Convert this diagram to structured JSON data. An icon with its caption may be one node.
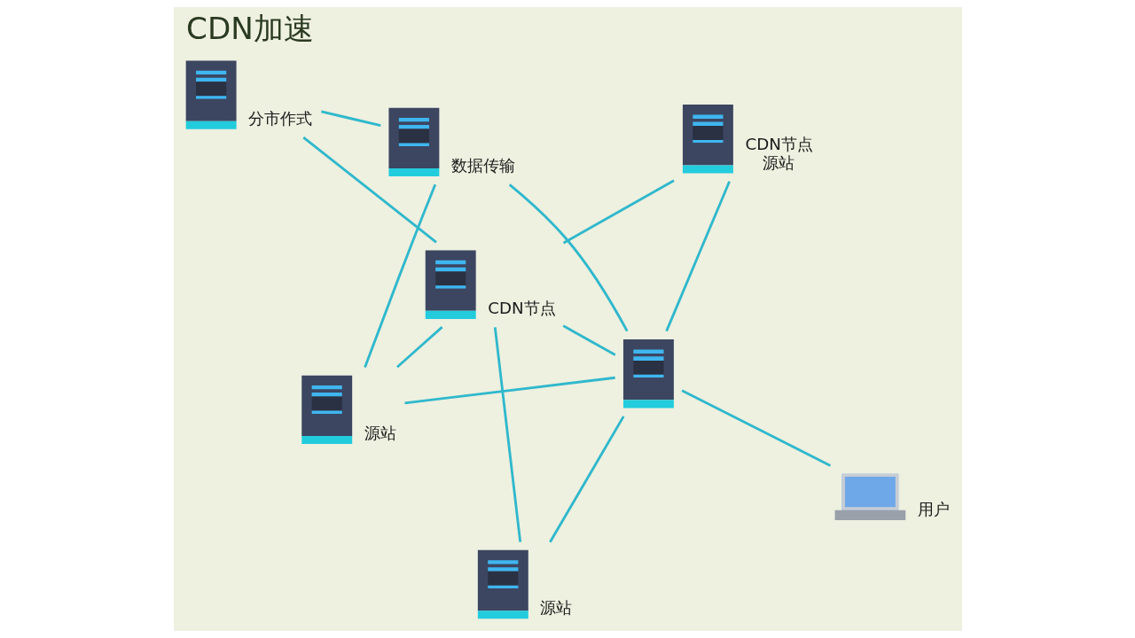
{
  "diagram": {
    "title": "CDN加速",
    "nodes": [
      {
        "text": [],
        "shape": "picture",
        "beside": [
          "分市作式"
        ]
      },
      {
        "text": [],
        "shape": "picture",
        "beside": [
          "数据传输"
        ]
      },
      {
        "text": [],
        "shape": "picture",
        "beside": [
          "源站"
        ]
      },
      {
        "text": [],
        "shape": "picture",
        "beside": [
          "CDN节点",
          "源站"
        ]
      },
      {
        "text": [],
        "shape": "picture",
        "beside": [
          "CDN节点"
        ]
      },
      {
        "text": [],
        "shape": "picture"
      },
      {
        "text": [],
        "shape": "picture",
        "beside": [
          "源站"
        ]
      },
      {
        "text": [],
        "shape": "picture",
        "beside": [
          "用户"
        ]
      }
    ],
    "edges": [
      {
        "from": 0,
        "to": 1,
        "arrow": "none"
      },
      {
        "from": 0,
        "to": 4,
        "arrow": "none"
      },
      {
        "from": 1,
        "to": 2,
        "arrow": "none"
      },
      {
        "from": 1,
        "to": 5,
        "arrow": "none"
      },
      {
        "from": 2,
        "to": 4,
        "arrow": "none"
      },
      {
        "from": 2,
        "to": 5,
        "arrow": "none"
      },
      {
        "from": 3,
        "to": 4,
        "arrow": "none"
      },
      {
        "from": 3,
        "to": 5,
        "arrow": "none"
      },
      {
        "from": 4,
        "to": 5,
        "arrow": "none"
      },
      {
        "from": 4,
        "to": 6,
        "arrow": "none"
      },
      {
        "from": 6,
        "to": 5,
        "arrow": "none"
      },
      {
        "from": 5,
        "to": 7,
        "arrow": "none"
      }
    ]
  }
}
